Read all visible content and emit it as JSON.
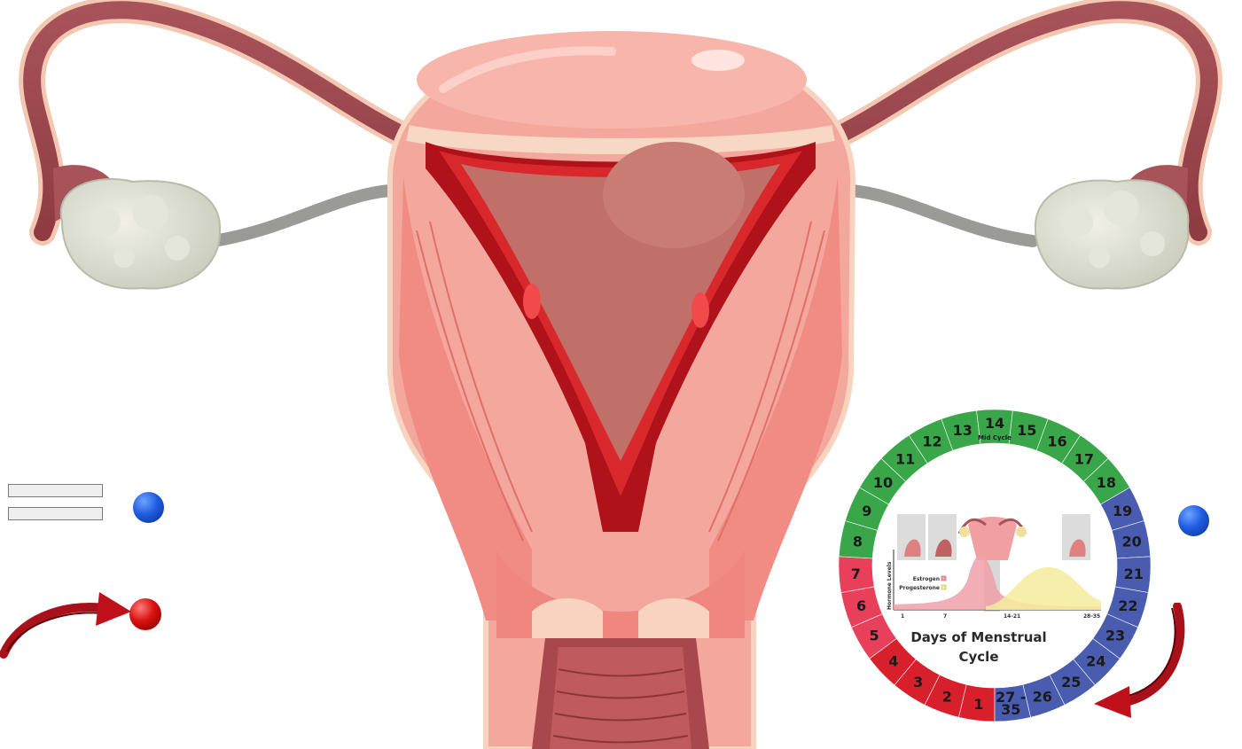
{
  "cycle_wheel": {
    "caption_line1": "Days of Menstrual",
    "caption_line2": "Cycle",
    "mid_cycle_label": "Mid Cycle",
    "segments": [
      {
        "label": "1",
        "phase": "menstrual"
      },
      {
        "label": "2",
        "phase": "menstrual"
      },
      {
        "label": "3",
        "phase": "menstrual"
      },
      {
        "label": "4",
        "phase": "menstrual"
      },
      {
        "label": "5",
        "phase": "follicular"
      },
      {
        "label": "6",
        "phase": "follicular"
      },
      {
        "label": "7",
        "phase": "follicular"
      },
      {
        "label": "8",
        "phase": "fertile"
      },
      {
        "label": "9",
        "phase": "fertile"
      },
      {
        "label": "10",
        "phase": "fertile"
      },
      {
        "label": "11",
        "phase": "fertile"
      },
      {
        "label": "12",
        "phase": "fertile"
      },
      {
        "label": "13",
        "phase": "fertile"
      },
      {
        "label": "14",
        "phase": "fertile"
      },
      {
        "label": "15",
        "phase": "fertile"
      },
      {
        "label": "16",
        "phase": "fertile"
      },
      {
        "label": "17",
        "phase": "fertile"
      },
      {
        "label": "18",
        "phase": "fertile"
      },
      {
        "label": "19",
        "phase": "luteal"
      },
      {
        "label": "20",
        "phase": "luteal"
      },
      {
        "label": "21",
        "phase": "luteal"
      },
      {
        "label": "22",
        "phase": "luteal"
      },
      {
        "label": "23",
        "phase": "luteal"
      },
      {
        "label": "24",
        "phase": "luteal"
      },
      {
        "label": "25",
        "phase": "luteal"
      },
      {
        "label": "26",
        "phase": "luteal"
      },
      {
        "label": "27 - 35",
        "phase": "luteal"
      }
    ],
    "phase_colors": {
      "menstrual": "#d8202c",
      "follicular": "#e8405a",
      "fertile": "#3aa64a",
      "luteal": "#4a5cb0"
    },
    "hormone_chart": {
      "ylabel": "Hormone Levels",
      "legend": [
        "Estrogen",
        "Progesterone"
      ],
      "x_ticks": [
        "1",
        "7",
        "14-21",
        "28-35"
      ],
      "colors": {
        "estrogen": "#f0a0a8",
        "progesterone": "#f7f0a8"
      }
    }
  },
  "markers": {
    "blue_color": "#1f5de0",
    "red_color": "#d80f0f"
  },
  "anatomy": {
    "icon_names": [
      "uterus-illustration",
      "left-ovary-icon",
      "right-ovary-icon",
      "left-fallopian-tube-icon",
      "right-fallopian-tube-icon",
      "cervix-icon",
      "vagina-icon"
    ]
  }
}
